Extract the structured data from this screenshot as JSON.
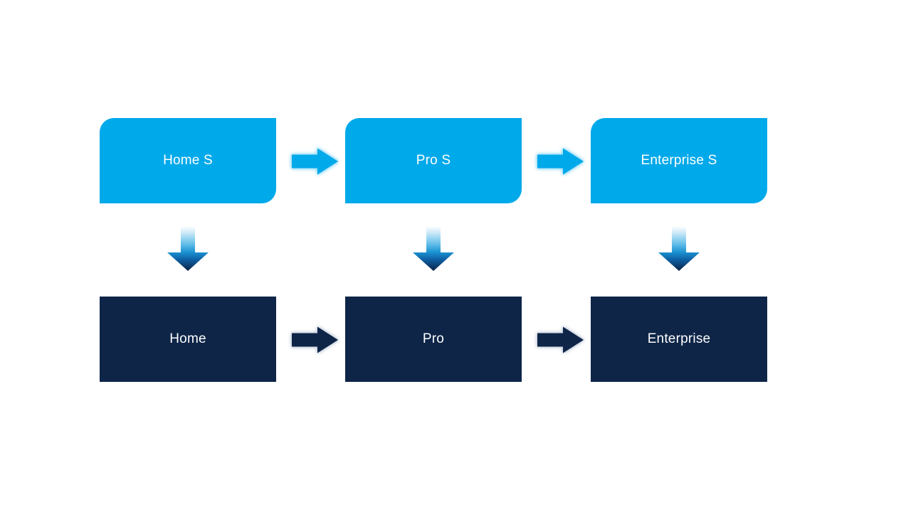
{
  "slide": {
    "nodes": {
      "top_row": [
        {
          "label": "Home S"
        },
        {
          "label": "Pro S"
        },
        {
          "label": "Enterprise S"
        }
      ],
      "bottom_row": [
        {
          "label": "Home"
        },
        {
          "label": "Pro"
        },
        {
          "label": "Enterprise"
        }
      ]
    },
    "icons": {
      "right_arrow": "right-arrow-icon",
      "down_arrow": "down-arrow-icon"
    },
    "colors": {
      "canvas": "#FFFFFF",
      "box_light": "#00A9EA",
      "box_dark": "#0E2548",
      "label_text": "#FFFFFF",
      "glow_light": "#8FD9F6",
      "glow_dark": "#C3CCDA",
      "down_arrow_gradient_top": "#FFFFFF",
      "down_arrow_gradient_mid": "#1B93D2",
      "down_arrow_gradient_bottom": "#0A2144"
    }
  }
}
